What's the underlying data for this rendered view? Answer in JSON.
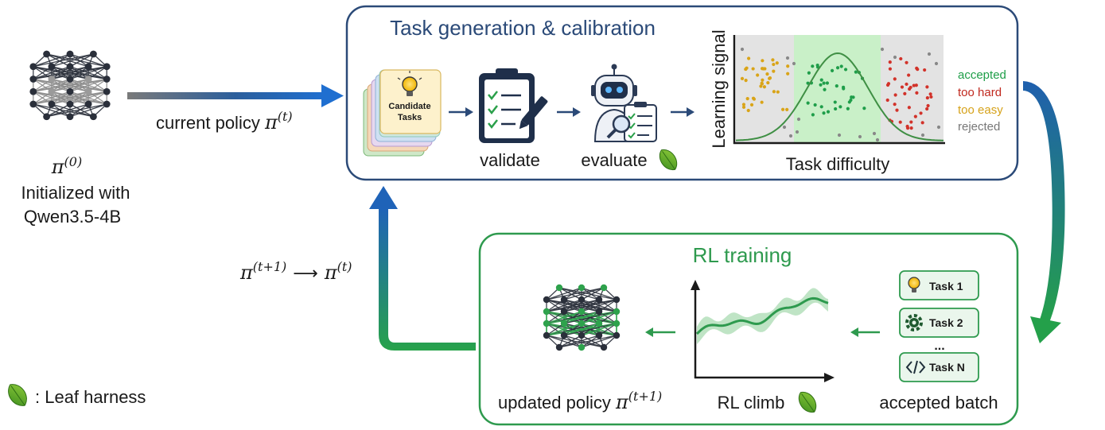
{
  "initial_policy": {
    "symbol": "π",
    "superscript": "(0)",
    "line1": "Initialized with",
    "line2": "Qwen3.5-4B"
  },
  "current_policy": {
    "label": "current policy ",
    "symbol": "π",
    "superscript": "(t)"
  },
  "update_rule": {
    "left_symbol": "π",
    "left_sup": "(t+1)",
    "arrow": "⟶",
    "right_symbol": "π",
    "right_sup": "(t)"
  },
  "task_gen": {
    "title": "Task generation & calibration",
    "candidate_line1": "Candidate",
    "candidate_line2": "Tasks",
    "validate": "validate",
    "evaluate": "evaluate"
  },
  "plot": {
    "ylabel": "Learning signal",
    "xlabel": "Task difficulty",
    "legend": [
      {
        "label": "accepted",
        "color": "#1e9e48"
      },
      {
        "label": "too hard",
        "color": "#c0281e"
      },
      {
        "label": "too easy",
        "color": "#d6a21a"
      },
      {
        "label": "rejected",
        "color": "#777777"
      }
    ]
  },
  "rl": {
    "title": "RL training",
    "tasks": [
      "Task 1",
      "Task 2",
      "Task N"
    ],
    "ellipsis": "...",
    "batch_label": "accepted batch",
    "climb_label": "RL climb",
    "updated_label": "updated policy ",
    "updated_symbol": "π",
    "updated_sup": "(t+1)"
  },
  "legend_note": {
    "text": ": Leaf harness"
  },
  "colors": {
    "blue_frame": "#2b4a78",
    "green_frame": "#2e9a4e",
    "accent_blue": "#1f6fc4",
    "accent_green": "#22a24c"
  }
}
